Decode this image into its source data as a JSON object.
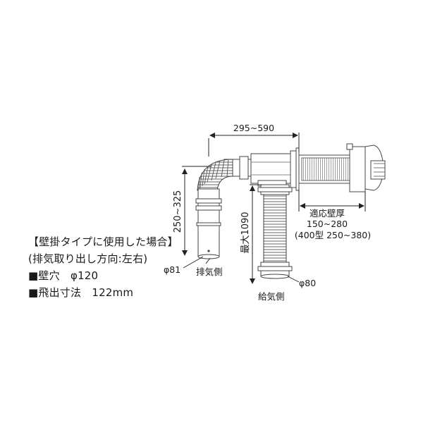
{
  "labels": {
    "width_range": "295~590",
    "exhaust_height": "250~325",
    "max_length": "最大1090",
    "wall_thickness_title": "適応壁厚",
    "wall_thickness_range": "150~280",
    "wall_thickness_400": "(400型 250~380)",
    "exhaust_diameter": "φ81",
    "exhaust_side": "排気側",
    "supply_diameter": "φ80",
    "supply_side": "給気側"
  },
  "notes": {
    "heading": "【壁掛タイプに使用した場合】",
    "direction": "(排気取り出し方向:左右)",
    "wall_hole": "■壁穴　φ120",
    "projection": "■飛出寸法　122mm"
  }
}
